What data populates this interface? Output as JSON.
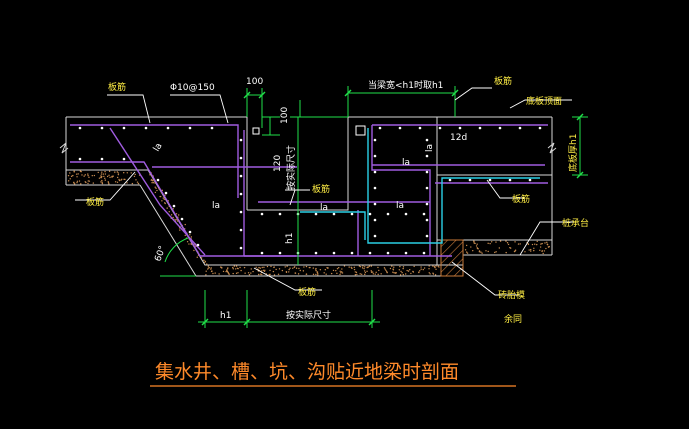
{
  "drawing": {
    "title": "集水井、槽、坑、沟贴近地梁时剖面",
    "colors": {
      "background": "#000000",
      "structure": "#d8d8d8",
      "rebar_purple": "#a05ce0",
      "rebar_cyan": "#2ad0e6",
      "dimension_green": "#20e04a",
      "leader_white": "#ffffff",
      "label_yellow": "#ffee44",
      "title_orange": "#ff8a2a",
      "fill_dots": "#c88c50",
      "hatch": "#c87a3a"
    },
    "labels": {
      "rebar_top_left": "板筋",
      "rebar_spec": "Φ10@150",
      "dim_100_h": "100",
      "dim_100_v": "100",
      "note_top": "当梁宽<h1时取h1",
      "rebar_top_right": "板筋",
      "slab_top": "底板顶面",
      "la_diag": "la",
      "dim_120": "120",
      "install_size_v": "按实际尺寸",
      "rebar_mid_left": "板筋",
      "la_1": "la",
      "la_2": "la",
      "la_3": "la",
      "la_4": "la",
      "la_right": "la",
      "twelve_d": "12d",
      "slab_thickness": "底板厚h1",
      "rebar_right": "板筋",
      "pile_cap": "桩承台",
      "h1_vertical": "h1",
      "angle": "60°",
      "rebar_left_lower": "板筋",
      "rebar_bottom": "板筋",
      "h1_bottom": "h1",
      "install_size_h": "按实际尺寸",
      "brick_mold": "砖胎模",
      "remaining": "余同"
    }
  }
}
